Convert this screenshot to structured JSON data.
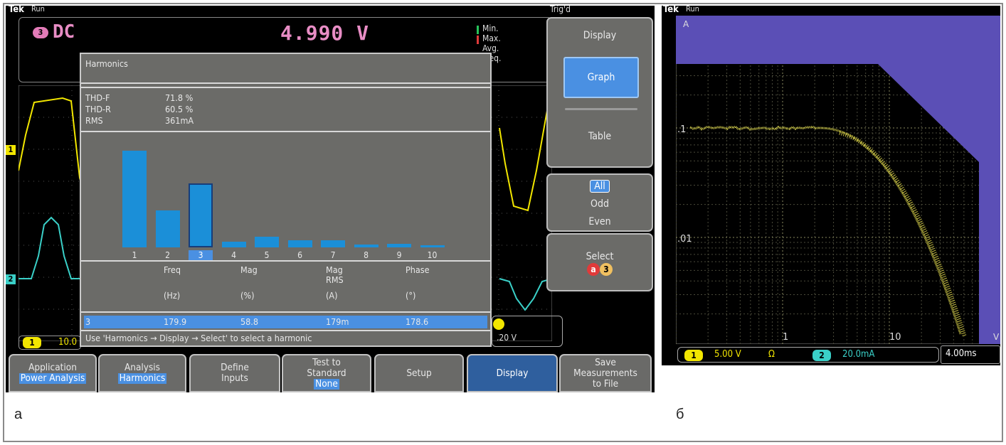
{
  "panel_a": {
    "brand": "Tek",
    "run_status": "Run",
    "trigger": "Trig'd",
    "channel_badge": "3",
    "coupling": "DC",
    "measured_value": "4.990 V",
    "stats": [
      "Min.",
      "Max.",
      "Avg.",
      "Freq."
    ],
    "channel_markers": [
      "1",
      "2"
    ],
    "harmonics": {
      "title": "Harmonics",
      "summary": [
        {
          "label": "THD-F",
          "value": "71.8 %"
        },
        {
          "label": "THD-R",
          "value": "60.5 %"
        },
        {
          "label": "RMS",
          "value": "361mA"
        }
      ],
      "bar_values_pct": [
        100,
        38,
        66,
        6,
        11,
        7,
        7,
        3,
        4,
        2
      ],
      "bar_labels": [
        "1",
        "2",
        "3",
        "4",
        "5",
        "6",
        "7",
        "8",
        "9",
        "10"
      ],
      "selected_index": 2,
      "table_headers": {
        "freq": "Freq",
        "mag": "Mag",
        "mag_rms_line1": "Mag",
        "mag_rms_line2": "RMS",
        "phase": "Phase",
        "freq_unit": "(Hz)",
        "mag_unit": "(%)",
        "mag_rms_unit": "(A)",
        "phase_unit": "(°)"
      },
      "selected_row": {
        "n": "3",
        "freq": "179.9",
        "mag": "58.8",
        "mag_rms": "179m",
        "phase": "178.6"
      },
      "hint": "Use 'Harmonics → Display → Select' to select a harmonic"
    },
    "side_menu": {
      "title": "Display",
      "graph": "Graph",
      "table": "Table",
      "all": "All",
      "odd": "Odd",
      "even": "Even",
      "select_label": "Select",
      "select_a": "a",
      "select_num": "3"
    },
    "bottom_menu": [
      {
        "line1": "Application",
        "line2": "Power Analysis"
      },
      {
        "line1": "Analysis",
        "line2": "Harmonics"
      },
      {
        "line1": "Define",
        "line2": "Inputs"
      },
      {
        "line1": "Test to",
        "line2": "Standard",
        "line3": "None"
      },
      {
        "line1": "Setup"
      },
      {
        "line1": "Display"
      },
      {
        "line1": "Save",
        "line2": "Measurements",
        "line3": "to File"
      }
    ],
    "ch1_tag": "1",
    "ch1_scale_partial": "10.0",
    "right_strip_value": ".20 V",
    "caption": "а"
  },
  "panel_b": {
    "brand": "Tek",
    "run_status": "Run",
    "y_unit": "A",
    "y_ticks": [
      ".1",
      ".01"
    ],
    "x_ticks": [
      "1",
      "10"
    ],
    "x_unit": "V",
    "ch1_tag": "1",
    "ch1_scale": "5.00 V",
    "ch1_symbol": "Ω",
    "ch2_tag": "2",
    "ch2_scale": "20.0mA",
    "timebase": "4.00ms",
    "caption": "б"
  },
  "colors": {
    "accent_blue": "#4a90e2",
    "bar_blue": "#1b8fd8",
    "ch1_yellow": "#f2e600",
    "ch2_cyan": "#3ad0c8",
    "ch3_pink": "#e88dc5",
    "limit_purple": "#5b4fb6"
  }
}
